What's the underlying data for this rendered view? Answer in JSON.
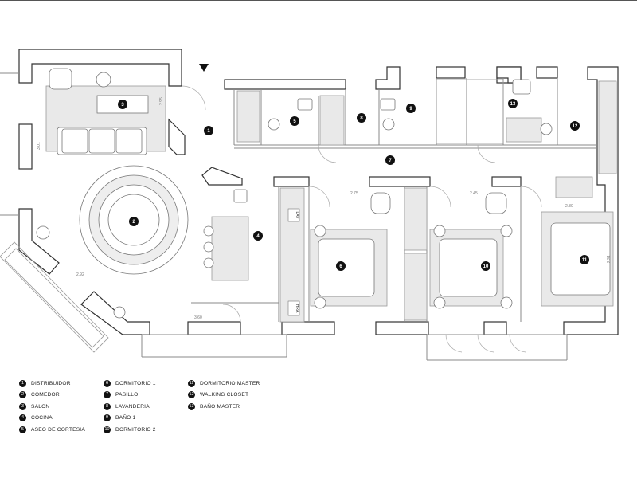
{
  "legend": [
    {
      "num": "1",
      "label": "DISTRIBUIDOR"
    },
    {
      "num": "2",
      "label": "COMEDOR"
    },
    {
      "num": "3",
      "label": "SALON"
    },
    {
      "num": "4",
      "label": "COCINA"
    },
    {
      "num": "5",
      "label": "ASEO DE CORTESIA"
    },
    {
      "num": "6",
      "label": "DORMITORIO 1"
    },
    {
      "num": "7",
      "label": "PASILLO"
    },
    {
      "num": "8",
      "label": "LAVANDERIA"
    },
    {
      "num": "9",
      "label": "BAÑO 1"
    },
    {
      "num": "10",
      "label": "DORMITORIO 2"
    },
    {
      "num": "11",
      "label": "DORMITORIO MASTER"
    },
    {
      "num": "12",
      "label": "WALKING CLOSET"
    },
    {
      "num": "13",
      "label": "BAÑO MASTER"
    }
  ],
  "room_markers": {
    "m1": "1",
    "m2": "2",
    "m3": "3",
    "m4": "4",
    "m5": "5",
    "m6": "6",
    "m7": "7",
    "m8": "8",
    "m9": "9",
    "m10": "10",
    "m11": "11",
    "m12": "12",
    "m13": "13"
  },
  "appliance_labels": {
    "lv": "LAV",
    "hr": "HRA"
  },
  "dimensions": [
    "2.95",
    "3.01",
    "3.60",
    "2.92",
    "2.75",
    "2.45",
    "2.91",
    "2.80"
  ],
  "colors": {
    "wall": "#ffffff",
    "wall_stroke": "#333333",
    "line": "#9a9a9a",
    "fill": "#e9e9e9",
    "marker": "#111111"
  }
}
